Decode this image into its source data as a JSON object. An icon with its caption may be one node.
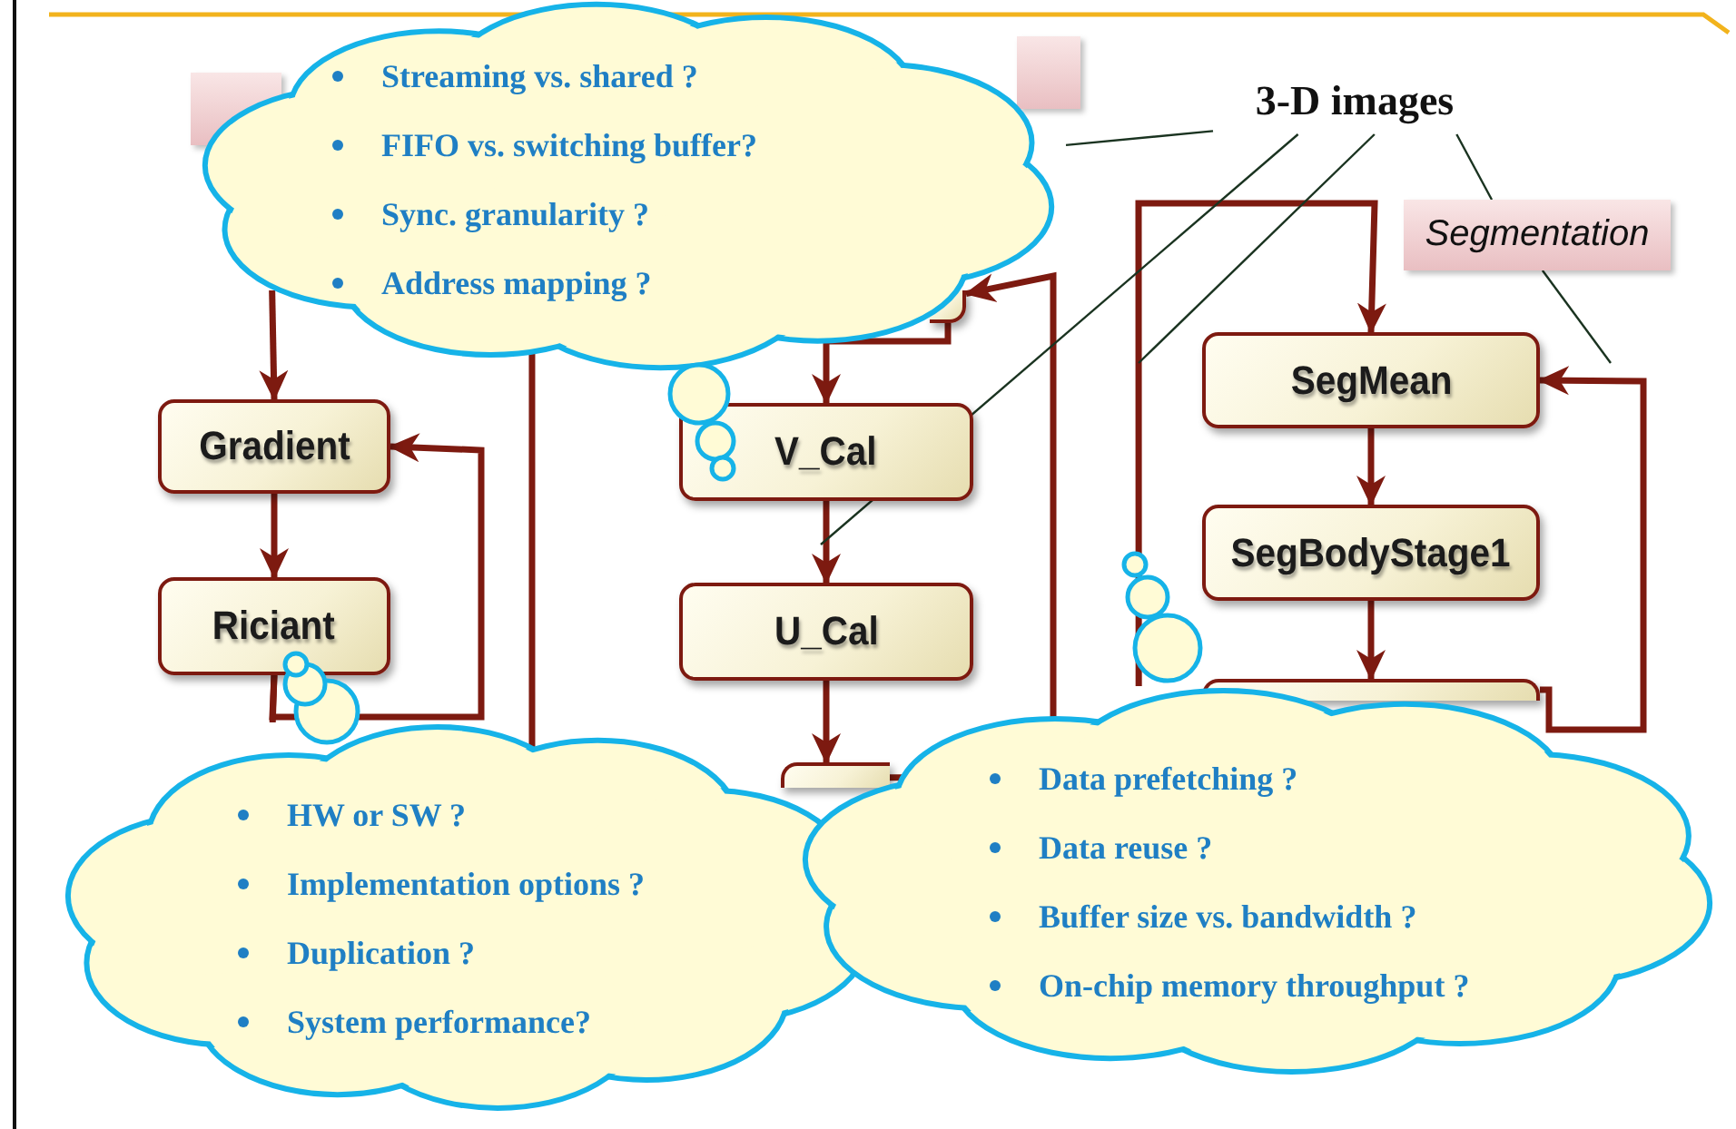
{
  "diagram": {
    "nodes": [
      {
        "text": [],
        "shape": "box"
      },
      {
        "text": [],
        "shape": "box"
      },
      {
        "text": [
          "Streaming vs. shared ?",
          "FIFO vs. switching buffer?",
          "Sync. granularity ?",
          "Address mapping ?"
        ]
      },
      {
        "text": [
          "3-D images"
        ]
      },
      {
        "text": [
          "Segmentation"
        ]
      },
      {
        "text": [],
        "shape": "box"
      },
      {
        "text": [
          "Gradient"
        ]
      },
      {
        "text": [
          "V_Cal"
        ]
      },
      {
        "text": [
          "SegMean"
        ]
      },
      {
        "text": [
          "Riciant"
        ]
      },
      {
        "text": [
          "U_Cal"
        ]
      },
      {
        "text": [
          "SegBodyStage1"
        ]
      },
      {
        "text": [],
        "shape": "box"
      },
      {
        "text": [],
        "shape": "box"
      },
      {
        "text": [
          "HW or SW ?",
          "Implementation options ?",
          "Duplication ?",
          "System performance?"
        ]
      },
      {
        "text": [
          "Data prefetching ?",
          "Data reuse ?",
          "Buffer size vs. bandwidth ?",
          "On-chip memory throughput ?"
        ]
      }
    ],
    "edges": [
      {
        "from": 2,
        "to": 6,
        "arrow": "to"
      },
      {
        "from": 6,
        "to": 9,
        "arrow": "to"
      },
      {
        "from": 9,
        "to": 6,
        "arrow": "to"
      },
      {
        "from": 9,
        "to": 14,
        "arrow": "none"
      },
      {
        "from": 5,
        "to": 7,
        "arrow": "to"
      },
      {
        "from": 7,
        "to": 10,
        "arrow": "to"
      },
      {
        "from": 10,
        "to": 12,
        "arrow": "to"
      },
      {
        "from": 12,
        "to": 5,
        "arrow": "to"
      },
      {
        "from": 15,
        "to": 8,
        "arrow": "to"
      },
      {
        "from": 8,
        "to": 11,
        "arrow": "to"
      },
      {
        "from": 11,
        "to": 13,
        "arrow": "to"
      },
      {
        "from": 13,
        "to": 8,
        "arrow": "to"
      },
      {
        "from": 3,
        "to": 2,
        "arrow": "none",
        "color": "#1a3320"
      },
      {
        "from": 3,
        "to": null,
        "arrow": "none",
        "color": "#1a3320"
      },
      {
        "from": 3,
        "to": null,
        "arrow": "none",
        "color": "#1a3320"
      },
      {
        "from": 3,
        "to": 4,
        "arrow": "none",
        "color": "#1a3320"
      },
      {
        "from": 4,
        "to": null,
        "arrow": "none",
        "color": "#1a3320"
      },
      {
        "from": 2,
        "to": 14,
        "arrow": "none"
      }
    ]
  }
}
